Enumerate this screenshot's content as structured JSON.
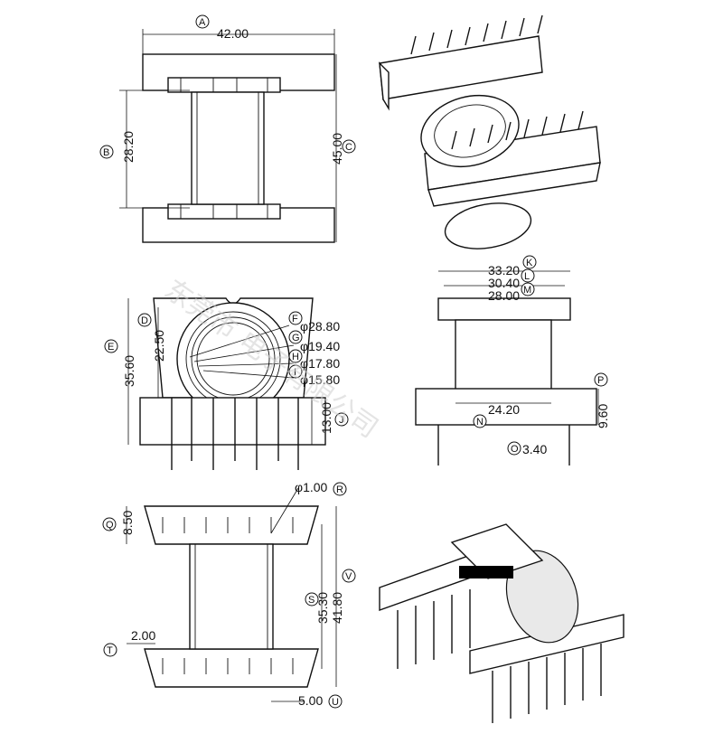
{
  "dimensions": {
    "A": "42.00",
    "B": "28.20",
    "C": "45.00",
    "D": "22.50",
    "E": "35.60",
    "F": "φ28.80",
    "G": "φ19.40",
    "H": "φ17.80",
    "I": "φ15.80",
    "J": "13.00",
    "K": "33.20",
    "L": "30.40",
    "M": "28.00",
    "N": "24.20",
    "O": "3.40",
    "P": "9.60",
    "Q": "8.50",
    "R": "φ1.00",
    "S": "35.30",
    "T": "2.00",
    "U": "5.00",
    "V": "41.80"
  },
  "callouts": [
    "A",
    "B",
    "C",
    "D",
    "E",
    "F",
    "G",
    "H",
    "I",
    "J",
    "K",
    "L",
    "M",
    "N",
    "O",
    "P",
    "Q",
    "R",
    "S",
    "T",
    "U",
    "V"
  ],
  "watermark": "东莞市 电子有限公司",
  "redaction_color": "#000000"
}
